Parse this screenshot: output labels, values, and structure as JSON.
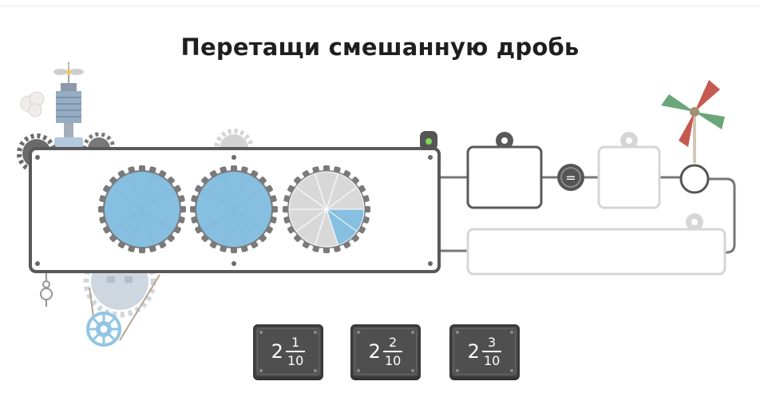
{
  "title": "Перетащи смешанную дробь",
  "equals_sign": "=",
  "colors": {
    "filled": "#86bfe0",
    "empty": "#d8d8d8",
    "frame": "#595959",
    "card": "#4f4f4f",
    "lamp": "#7ed957",
    "flag_red": "#c65a52",
    "flag_green": "#6aa67a"
  },
  "wheels": [
    {
      "sectors": 10,
      "filled": 10
    },
    {
      "sectors": 10,
      "filled": 10
    },
    {
      "sectors": 10,
      "filled": 2
    }
  ],
  "cards": [
    {
      "whole": "2",
      "numerator": "1",
      "denominator": "10"
    },
    {
      "whole": "2",
      "numerator": "2",
      "denominator": "10"
    },
    {
      "whole": "2",
      "numerator": "3",
      "denominator": "10"
    }
  ]
}
